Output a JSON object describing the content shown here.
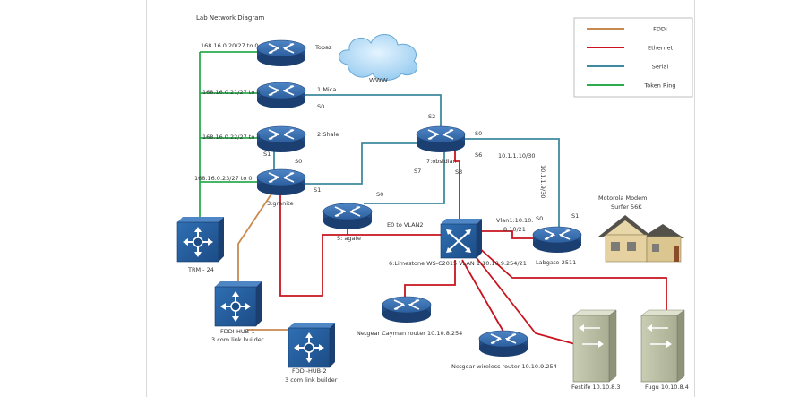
{
  "title": "Lab Network Diagram",
  "colors": {
    "fddi": "#c98a4e",
    "ethernet": "#c8141e",
    "serial": "#3f8a9e",
    "token_ring": "#2dab4e"
  },
  "legend": [
    {
      "label": "FDDI",
      "color": "#c98a4e"
    },
    {
      "label": "Ethernet",
      "color": "#c8141e"
    },
    {
      "label": "Serial",
      "color": "#3f8a9e"
    },
    {
      "label": "Token Ring",
      "color": "#2dab4e"
    }
  ],
  "labels": {
    "ring1": "168.16.0.20/27 to 0",
    "ring2": "168.16.0.21/27 to 0",
    "ring3": "168.16.0.22/27 to 0",
    "ring4": "168.16.0.23/27 to 0",
    "topaz": "Topaz",
    "www": "WWW",
    "mica": "1:Mica",
    "mica_s0": "S0",
    "shale": "2:Shale",
    "shale_s1": "S1",
    "granite_s0": "S0",
    "granite_s1": "S1",
    "granite": "3:granite",
    "obsidian": "7:obsidian",
    "obs_s2": "S2",
    "obs_s0": "S0",
    "obs_s6": "S6",
    "obs_s7": "S7",
    "obs_s3": "S3",
    "agate_s0": "S0",
    "serial_net": "10.1.1.10/30",
    "serial_net_v": "10.1.1.9/30",
    "e0_vlan2": "E0 to VLAN2",
    "agate": "5: agate",
    "limestone": "6:Limestone WS-C2015 VLAN 1:10.10.9.254/21",
    "vlan1": "Vlan1:10.10.",
    "vlan1b": "8.10/21",
    "labgate_s0": "S0",
    "labgate_s1": "S1",
    "labgate": "Labgate-2511",
    "modem1": "Motorola Modem",
    "modem2": "Surfer 56K",
    "trm": "TRM - 24",
    "fddi_hub1": "FDDI-HUB-1",
    "builder1": "3 com link builder",
    "fddi_hub2": "FDDI-HUB-2",
    "builder2": "3 com link builder",
    "cayman": "Netgear Cayman router 10.10.8.254",
    "wireless": "Netgear wireless router 10.10.9.254",
    "festife": "Festife 10.10.8.3",
    "fugu": "Fugu 10.10.8.4"
  }
}
